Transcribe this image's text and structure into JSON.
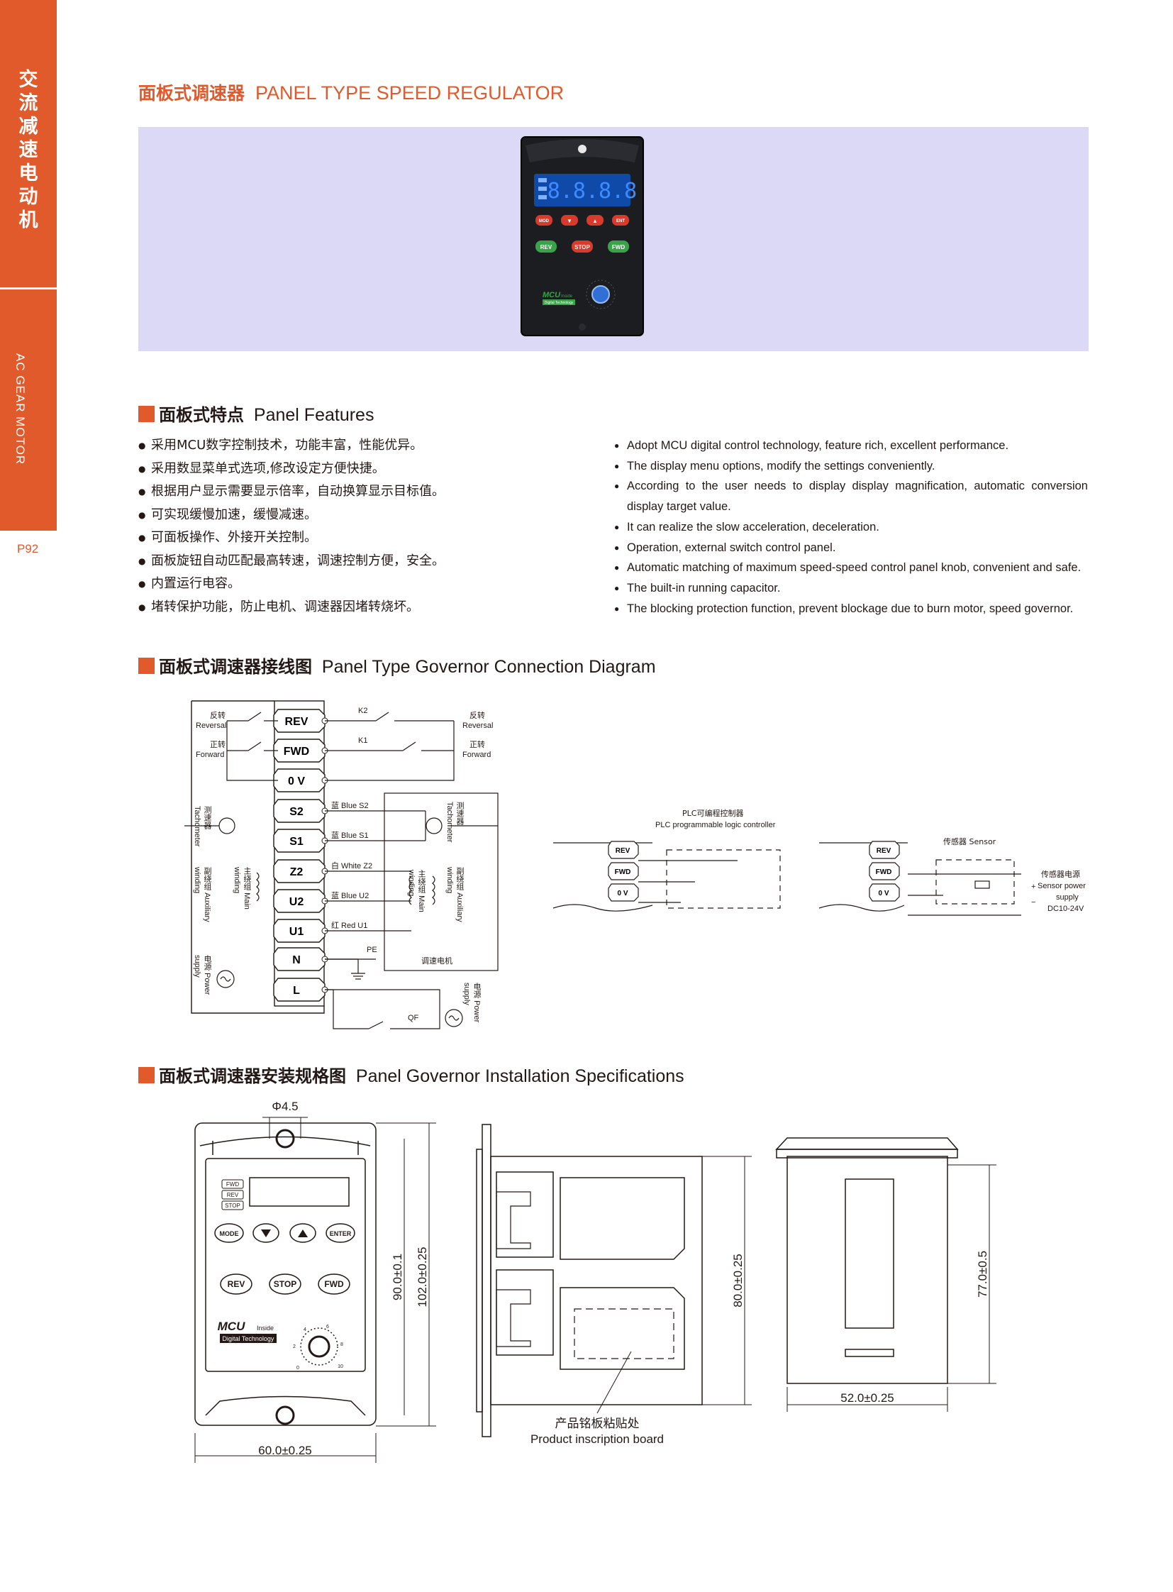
{
  "sidebar": {
    "cn": "交流减速电动机",
    "en": "AC GEAR MOTOR",
    "page": "P92"
  },
  "title": {
    "cn": "面板式调速器",
    "en": "PANEL TYPE SPEED REGULATOR"
  },
  "product": {
    "display": "8.8.8.8",
    "keys_top": [
      "MOD",
      "▼",
      "▲",
      "ENT"
    ],
    "keys_bottom": [
      "REV",
      "STOP",
      "FWD"
    ],
    "brand": "MCU",
    "brand_sub": "Inside",
    "brand_tag": "Digital Technology"
  },
  "features": {
    "heading_cn": "面板式特点",
    "heading_en": "Panel Features",
    "cn": [
      "采用MCU数字控制技术，功能丰富，性能优异。",
      "采用数显菜单式选项,修改设定方便快捷。",
      "根据用户显示需要显示倍率，自动换算显示目标值。",
      "可实现缓慢加速，缓慢减速。",
      "可面板操作、外接开关控制。",
      "面板旋钮自动匹配最高转速，调速控制方便，安全。",
      "内置运行电容。",
      "堵转保护功能，防止电机、调速器因堵转烧坏。"
    ],
    "en": [
      "Adopt MCU digital control technology, feature rich, excellent performance.",
      "The display menu options, modify the settings conveniently.",
      "According to the user needs to display display magnification, automatic conversion display target value.",
      "It can realize the slow acceleration, deceleration.",
      "Operation, external switch control panel.",
      "Automatic matching of maximum speed-speed control panel knob, convenient and safe.",
      "The built-in running capacitor.",
      "The blocking protection function, prevent blockage due to burn motor, speed governor."
    ]
  },
  "wiring": {
    "heading_cn": "面板式调速器接线图",
    "heading_en": "Panel Type Governor Connection Diagram",
    "terminals": [
      "REV",
      "FWD",
      "0 V",
      "S2",
      "S1",
      "Z2",
      "U2",
      "U1",
      "N",
      "L"
    ],
    "left": {
      "reversal_cn": "反转",
      "reversal_en": "Reversal",
      "forward_cn": "正转",
      "forward_en": "Forward",
      "tacho_cn": "测速器",
      "tacho_en": "Tachometer",
      "aux_cn": "副绕组",
      "aux_en": "Auxiliary winding",
      "main_cn": "主绕组",
      "main_en": "Main winding",
      "power_cn": "电源",
      "power_en": "Power supply"
    },
    "right": {
      "k2": "K2",
      "k1": "K1",
      "reversal_cn": "反转",
      "reversal_en": "Reversal",
      "forward_cn": "正转",
      "forward_en": "Forward",
      "blue_s2": "蓝 Blue S2",
      "blue_s1": "蓝 Blue S1",
      "white_z2": "白 White Z2",
      "blue_u2": "蓝 Blue U2",
      "red_u1": "红 Red U1",
      "tacho_cn": "测速器",
      "tacho_en": "Tachometer",
      "aux_cn": "副绕组",
      "aux_en": "Auxiliary winding",
      "main_cn": "主绕组",
      "main_en": "Main winding",
      "pe": "PE",
      "motor": "调速电机",
      "qf": "QF",
      "power_cn": "电源",
      "power_en": "Power supply"
    },
    "plc": {
      "title_cn": "PLC可编程控制器",
      "title_en": "PLC programmable logic controller",
      "terms": [
        "REV",
        "FWD",
        "0 V"
      ]
    },
    "sensor": {
      "label": "传感器 Sensor",
      "power_cn": "传感器电源",
      "power_en1": "Sensor power",
      "power_en2": "supply",
      "voltage": "DC10-24V",
      "terms": [
        "REV",
        "FWD",
        "0 V"
      ],
      "plus": "+",
      "minus": "−"
    }
  },
  "install": {
    "heading_cn": "面板式调速器安装规格图",
    "heading_en": "Panel Governor Installation Specifications",
    "hole": "Φ4.5",
    "dim_90": "90.0±0.1",
    "dim_102": "102.0±0.25",
    "dim_60": "60.0±0.25",
    "dim_80": "80.0±0.25",
    "dim_77": "77.0±0.5",
    "dim_52": "52.0±0.25",
    "nameplate_cn": "产品铭板粘贴处",
    "nameplate_en": "Product inscription board",
    "front": {
      "leds": [
        "FWD",
        "REV",
        "STOP"
      ],
      "keys_top": [
        "MODE",
        "ENTER"
      ],
      "keys_bottom": [
        "REV",
        "STOP",
        "FWD"
      ],
      "brand": "MCU",
      "brand_sub": "Inside",
      "brand_tag": "Digital Technology",
      "dial": [
        "0",
        "2",
        "4",
        "6",
        "8",
        "10"
      ]
    }
  },
  "colors": {
    "accent": "#e05a2b",
    "banner": "#dcd9f7",
    "text": "#231815"
  }
}
